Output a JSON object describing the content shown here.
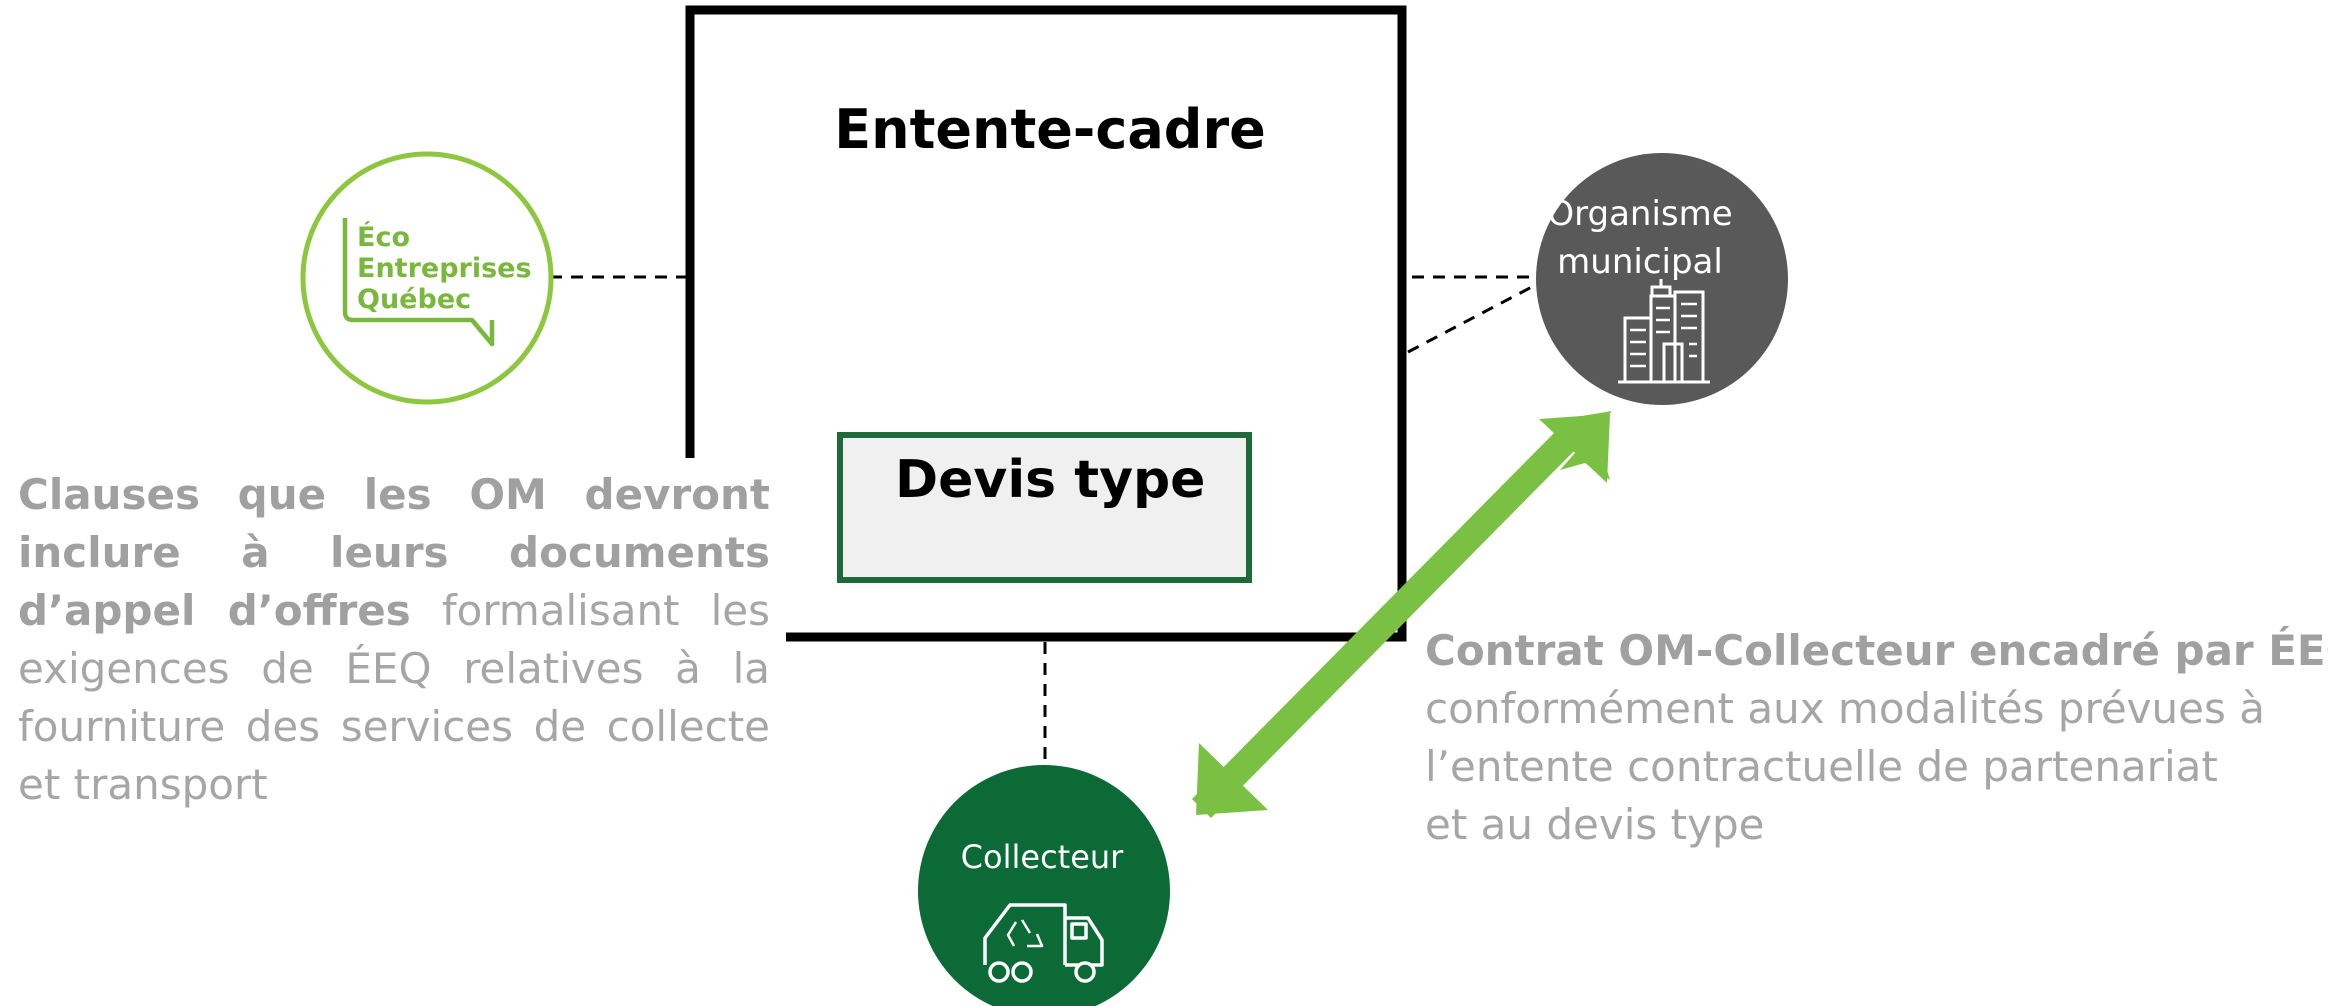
{
  "framework": {
    "title": "Entente-cadre"
  },
  "devis": {
    "title": "Devis type"
  },
  "nodes": {
    "eeq": {
      "lines": [
        "Éco",
        "Entreprises",
        "Québec"
      ]
    },
    "om": {
      "line1": "Organisme",
      "line2": "municipal"
    },
    "collecteur": {
      "label": "Collecteur"
    }
  },
  "left_note": {
    "bold": "Clauses que les OM devront inclure à leurs documents d’appel d’offres",
    "regular": " formalisant les exigences de ÉEQ relatives à la fourniture des services de collecte et transport"
  },
  "right_note": {
    "bold": "Contrat OM-Collecteur encadré par ÉEQ",
    "line2": "conformément aux modalités prévues à",
    "line3": "l’entente contractuelle de partenariat",
    "line4": "et au devis type"
  },
  "colors": {
    "eeq_green": "#7ab83d",
    "om_gray": "#595959",
    "collecteur_green": "#0c6a37",
    "arrow_green": "#7ac143",
    "devis_border": "#1e6a3a",
    "text_gray": "#a6a6a6"
  },
  "icons": [
    "building-icon",
    "recycling-truck-icon"
  ]
}
